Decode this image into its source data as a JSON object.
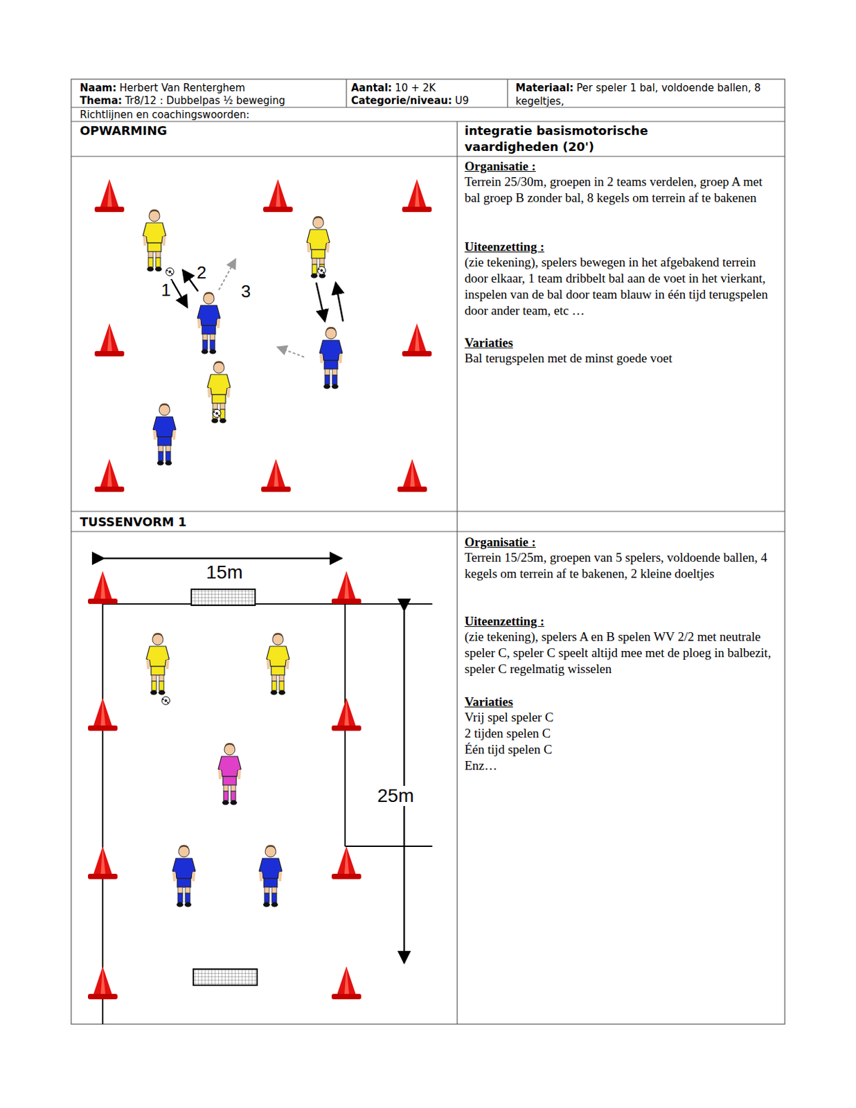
{
  "diagram": {
    "labels": [
      "Naam:",
      "Herbert Van Renterghem",
      "Thema:",
      "Tr8/12 : Dubbelpas ½ beweging",
      "Aantal:",
      "10 + 2K",
      "Categorie/niveau:",
      "U9",
      "Materiaal:",
      "Per speler 1 bal, voldoende ballen, 8 kegeltjes,",
      "Richtlijnen en coachingswoorden:",
      "OPWARMING",
      "integratie basismotorische vaardigheden (20')",
      "1",
      "2",
      "3",
      "Organisatie :",
      "Terrein 25/30m, groepen in 2 teams verdelen, groep A met bal groep B zonder bal, 8 kegels om terrein af te bakenen",
      "Uiteenzetting :",
      "(zie tekening), spelers bewegen in het afgebakend terrein door elkaar, 1 team dribbelt bal aan de voet in het vierkant, inspelen van de bal door team blauw in één tijd terugspelen door ander team, etc …",
      "Variaties",
      "Bal terugspelen met de minst goede voet",
      "TUSSENVORM 1",
      "15m",
      "25m",
      "Organisatie :",
      "Terrein 15/25m, groepen van 5 spelers, voldoende ballen, 4 kegels om terrein af te bakenen, 2 kleine doeltjes",
      "Uiteenzetting :",
      "(zie tekening), spelers A en B spelen WV 2/2 met neutrale speler C, speler C speelt altijd mee met de ploeg in balbezit, speler C regelmatig wisselen",
      "Variaties",
      "Vrij spel speler C",
      "2 tijden spelen C",
      "Één tijd spelen C",
      "Enz…"
    ]
  }
}
